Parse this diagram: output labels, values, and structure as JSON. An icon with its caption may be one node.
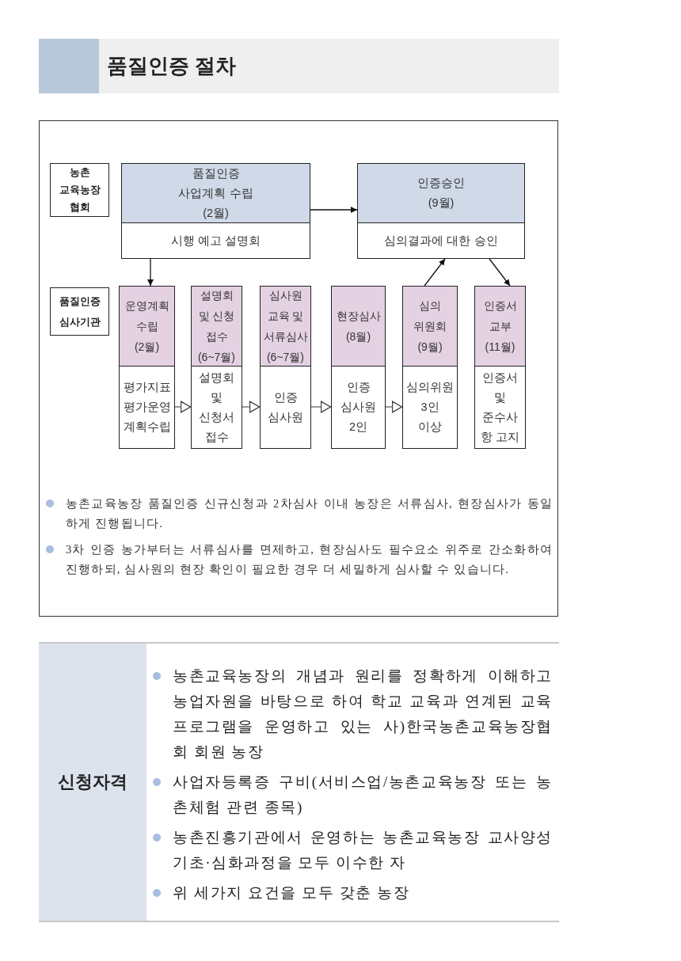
{
  "diagram": {
    "title": "품질인증 절차",
    "nodes": [
      {
        "text": [
          "농촌 교육농장 협회"
        ]
      },
      {
        "text": [
          "품질인증 사업계획 수립 (2월)",
          "시행 예고 설명회"
        ]
      },
      {
        "text": [
          "인증승인 (9월)",
          "심의결과에 대한 승인"
        ]
      },
      {
        "text": [
          "품질인증 심사기관"
        ]
      },
      {
        "text": [
          "운영계획 수립 (2월)",
          "평가지표 평가운영 계획수립"
        ]
      },
      {
        "text": [
          "설명회 및 신청 접수 (6~7월)",
          "설명회 및 신청서 접수"
        ]
      },
      {
        "text": [
          "심사원 교육 및 서류심사 (6~7월)",
          "인증 심사원"
        ]
      },
      {
        "text": [
          "현장심사 (8월)",
          "인증 심사원 2인"
        ]
      },
      {
        "text": [
          "심의 위원회 (9월)",
          "심의위원 3인 이상"
        ]
      },
      {
        "text": [
          "인증서 교부 (11월)",
          "인증서 및 준수사항 고지"
        ]
      }
    ],
    "edges": [
      {
        "from": 1,
        "to": 2,
        "arrow": "to"
      },
      {
        "from": 1,
        "to": 4,
        "arrow": "to"
      },
      {
        "from": 4,
        "to": 5,
        "arrow": "to"
      },
      {
        "from": 5,
        "to": 6,
        "arrow": "to"
      },
      {
        "from": 6,
        "to": 7,
        "arrow": "to"
      },
      {
        "from": 7,
        "to": 8,
        "arrow": "to"
      },
      {
        "from": 8,
        "to": 2,
        "arrow": "to"
      },
      {
        "from": 2,
        "to": 9,
        "arrow": "to"
      }
    ],
    "labels": [
      "농촌교육농장 품질인증 신규신청과 2차심사 이내 농장은 서류심사, 현장심사가 동일하게 진행됩니다.",
      "3차 인증 농가부터는 서류심사를 면제하고, 현장심사도 필수요소 위주로 간소화하여 진행하되, 심사원의 현장 확인이 필요한 경우 더 세밀하게 심사할 수 있습니다.",
      "신청자격",
      "농촌교육농장의 개념과 원리를 정확하게 이해하고 농업자원을 바탕으로 하여 학교 교육과 연계된 교육프로그램을 운영하고 있는 사)한국농촌교육농장협회 회원 농장",
      "사업자등록증 구비(서비스업/농촌교육농장 또는 농촌체험 관련 종목)",
      "농촌진흥기관에서 운영하는 농촌교육농장 교사양성 기초·심화과정을 모두 이수한 자",
      "위 세가지 요건을 모두 갖춘 농장"
    ]
  }
}
